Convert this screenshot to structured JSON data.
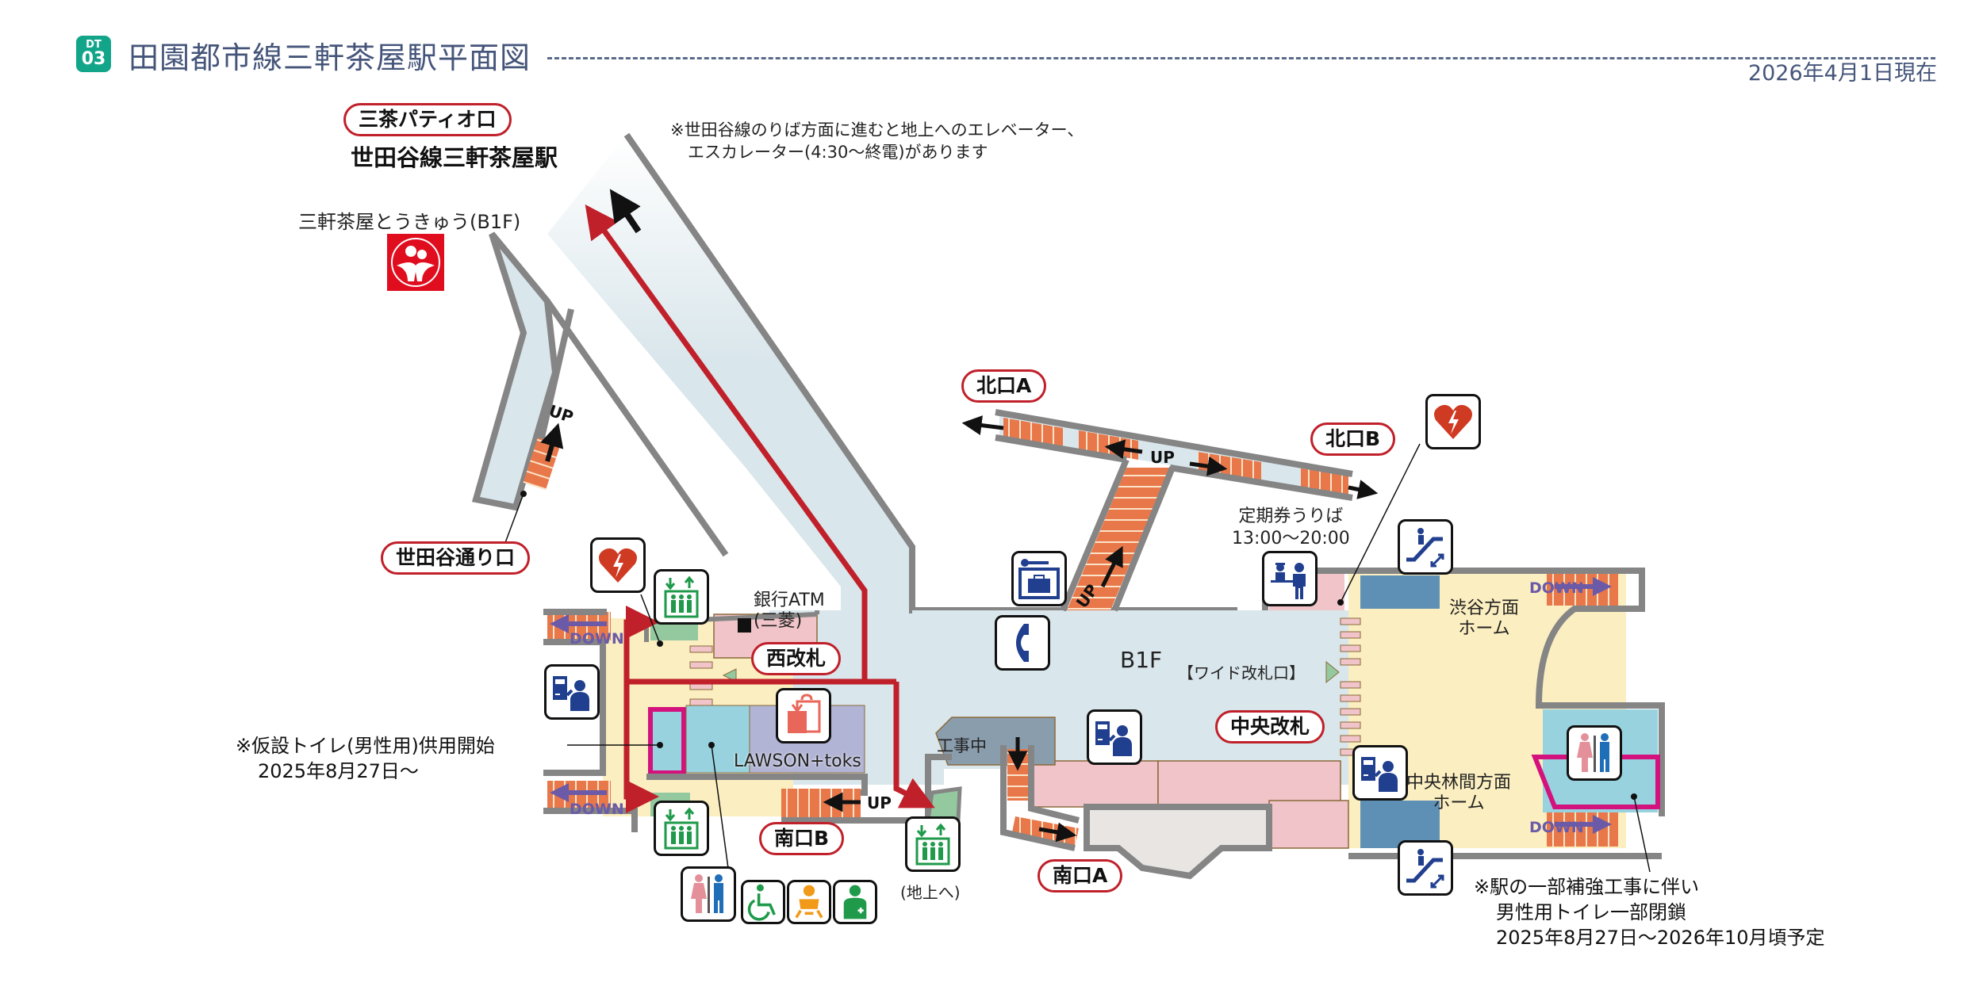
{
  "header": {
    "line_badge_top": "DT",
    "line_badge_number": "03",
    "title": "田園都市線三軒茶屋駅平面図",
    "as_of": "2026年4月1日現在"
  },
  "floor_label": "B1F",
  "exits": {
    "sancha_patio": "三茶パティオ口",
    "setagaya_dori": "世田谷通り口",
    "north_a": "北口A",
    "north_b": "北口B",
    "south_a": "南口A",
    "south_b": "南口B"
  },
  "gates": {
    "west": "西改札",
    "central": "中央改札",
    "wide_gate": "【ワイド改札口】"
  },
  "places": {
    "setagaya_line_station": "世田谷線三軒茶屋駅",
    "tokyu_store": "三軒茶屋とうきゅう(B1F)",
    "atm_line1": "銀行ATM",
    "atm_line2": "(三菱)",
    "lawson": "LAWSON+toks",
    "under_construction": "工事中",
    "pass_office_line1": "定期券うりば",
    "pass_office_line2": "13:00〜20:00",
    "shibuya_platform_line1": "渋谷方面",
    "shibuya_platform_line2": "ホーム",
    "chuo_rinkan_platform_line1": "中央林間方面",
    "chuo_rinkan_platform_line2": "ホーム",
    "elevator_to_ground": "(地上へ)"
  },
  "notes": {
    "setagaya_line_note_line1": "※世田谷線のりば方面に進むと地上へのエレベーター、",
    "setagaya_line_note_line2": "エスカレーター(4:30〜終電)があります",
    "temp_toilet_line1": "※仮設トイレ(男性用)供用開始",
    "temp_toilet_line2": "2025年8月27日〜",
    "toilet_closure_line1": "※駅の一部補強工事に伴い",
    "toilet_closure_line2": "男性用トイレ一部閉鎖",
    "toilet_closure_line3": "2025年8月27日〜2026年10月頃予定"
  },
  "direction_labels": {
    "up": "UP",
    "down": "DOWN"
  },
  "icons": [
    "tokyu-store-logo-icon",
    "aed-icon",
    "elevator-icon",
    "ticket-machine-icon",
    "shop-bag-icon",
    "restroom-icon",
    "accessible-toilet-icon",
    "baby-care-icon",
    "ostomate-icon",
    "coin-locker-icon",
    "telephone-icon",
    "station-office-icon",
    "escalator-icon"
  ],
  "colors": {
    "line_green": "#13a58a",
    "title_navy": "#45557a",
    "concourse": "#d9e6eb",
    "platform": "#fbeec0",
    "stairs": "#e8784a",
    "wall": "#858585",
    "route_red": "#c0202a",
    "exit_border": "#c0202a",
    "toilet_highlight": "#d4127e",
    "shop_purple": "#b1b4d4",
    "toilet_blue": "#98d2df",
    "pink_area": "#f0c4c8"
  }
}
